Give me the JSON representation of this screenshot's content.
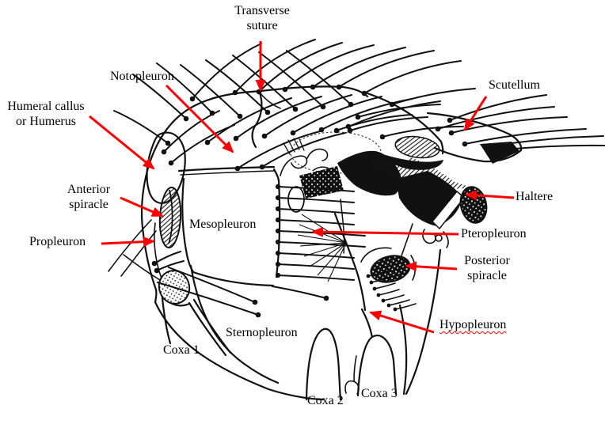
{
  "figure": {
    "description": "Labeled anatomical line drawing of a fly thorax, lateral view, with red annotation arrows",
    "ink_color": "#111111",
    "arrow_color": "#ff0000",
    "background": "#ffffff",
    "misspelling_underline": {
      "label": "Hypopleuron",
      "style": "red-wavy"
    }
  },
  "labels": [
    {
      "name": "transverse-suture",
      "text": "Transverse\nsuture",
      "has_arrow": true
    },
    {
      "name": "notopleuron",
      "text": "Notopleuron",
      "has_arrow": true
    },
    {
      "name": "humeral-callus",
      "text": "Humeral callus\nor Humerus",
      "has_arrow": true
    },
    {
      "name": "anterior-spiracle",
      "text": "Anterior\nspiracle",
      "has_arrow": true
    },
    {
      "name": "propleuron",
      "text": "Propleuron",
      "has_arrow": true
    },
    {
      "name": "mesopleuron",
      "text": "Mesopleuron",
      "has_arrow": false
    },
    {
      "name": "scutellum",
      "text": "Scutellum",
      "has_arrow": true
    },
    {
      "name": "haltere",
      "text": "Haltere",
      "has_arrow": true
    },
    {
      "name": "pteropleuron",
      "text": "Pteropleuron",
      "has_arrow": true
    },
    {
      "name": "posterior-spiracle",
      "text": "Posterior\nspiracle",
      "has_arrow": true
    },
    {
      "name": "hypopleuron",
      "text": "Hypopleuron",
      "has_arrow": true
    },
    {
      "name": "sternopleuron",
      "text": "Sternopleuron",
      "has_arrow": false
    },
    {
      "name": "coxa-1",
      "text": "Coxa 1",
      "has_arrow": false
    },
    {
      "name": "coxa-2",
      "text": "Coxa 2",
      "has_arrow": false
    },
    {
      "name": "coxa-3",
      "text": "Coxa 3",
      "has_arrow": false
    }
  ]
}
